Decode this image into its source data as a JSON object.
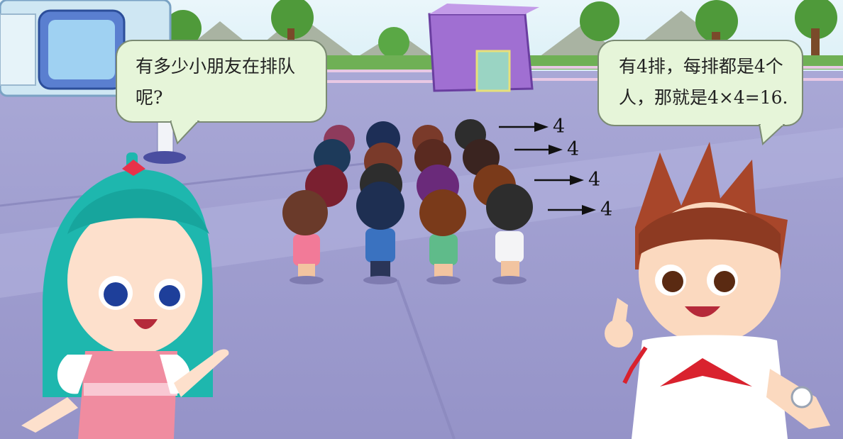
{
  "bubble_left": {
    "lines": [
      "有多少小朋友在排队",
      "呢?"
    ]
  },
  "bubble_right": {
    "lines": [
      "有4排，每排都是4个",
      "人，那就是4×4=16."
    ]
  },
  "rows": [
    {
      "count": "4"
    },
    {
      "count": "4"
    },
    {
      "count": "4"
    },
    {
      "count": "4"
    }
  ],
  "colors": {
    "bubble_fill": "#e6f5d9",
    "bubble_border": "#7b8b73",
    "ground": "#9f9dd0",
    "sky": "#dff0f7"
  },
  "scene": {
    "characters": [
      "girl-teal-hair-pink-dress",
      "boy-brown-spiky-hair-white-shirt"
    ],
    "queue": {
      "rows": 4,
      "per_row": 4
    }
  }
}
